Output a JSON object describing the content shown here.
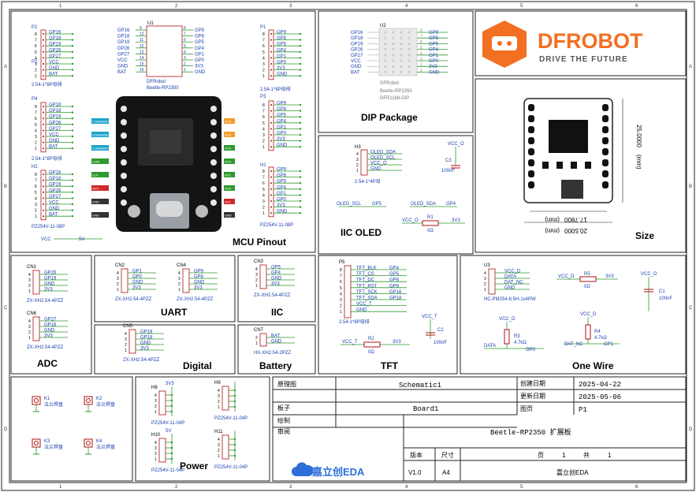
{
  "ruler": {
    "cols": [
      "1",
      "2",
      "3",
      "4",
      "5",
      "6"
    ],
    "rows": [
      "A",
      "B",
      "C",
      "D"
    ]
  },
  "blocks": {
    "mcu_pinout": "MCU Pinout",
    "dip": "DIP Package",
    "iic_oled": "IIC OLED",
    "size": "Size",
    "adc": "ADC",
    "uart": "UART",
    "iic": "IIC",
    "digital": "Digital",
    "battery": "Battery",
    "tft": "TFT",
    "one_wire": "One Wire",
    "power": "Power"
  },
  "mcu": {
    "u1": "U1",
    "u1_name": "DFRobot",
    "u1_part": "Beetle-RP2350",
    "u1_left": [
      "GP16",
      "GP18",
      "GP19",
      "GP26",
      "GP27",
      "VCC",
      "GND",
      "BAT"
    ],
    "u1_left_num": [
      "9",
      "10",
      "11",
      "12",
      "13",
      "14",
      "15",
      "16"
    ],
    "u1_right": [
      "GP9",
      "GP8",
      "GP5",
      "GP4",
      "GP1",
      "GP0",
      "3V3",
      "GND"
    ],
    "u1_right_num": [
      "8",
      "7",
      "6",
      "5",
      "4",
      "3",
      "2",
      "1"
    ],
    "p2": "P2",
    "p2_part": "2.54-1*8P母排",
    "p2_pins": [
      "GP16",
      "GP18",
      "GP19",
      "GP26",
      "GP27",
      "VCC",
      "GND",
      "BAT"
    ],
    "p4": "P4",
    "p4_part": "2.54-1*8P母排",
    "h2": "H2",
    "h2_part": "PZ254V-11-08P",
    "p1": "P1",
    "p1_part": "2.54-1*8P母排",
    "p1_pins": [
      "GP9",
      "GP8",
      "GP5",
      "GP4",
      "GP1",
      "GP0",
      "3V3",
      "GND"
    ],
    "p3": "P3",
    "h1": "H1",
    "h1_part": "PZ254V-11-08P",
    "nums": [
      "8",
      "7",
      "6",
      "5",
      "4",
      "3",
      "2",
      "1"
    ],
    "vcc": "VCC",
    "v5": "5V",
    "board_left_tags": [
      "COM/BattA",
      "COM/BattB",
      "COM/BattC",
      "COM",
      "CLK",
      "GP3",
      "GND",
      "GND"
    ],
    "board_right_tags": [
      "GP9",
      "GP8",
      "GP5",
      "GP4",
      "GP1",
      "GP0",
      "3V3",
      "GND"
    ]
  },
  "dip": {
    "u2": "U2",
    "part": "DFRobot",
    "name": "Beetle-RP2350",
    "code": "DFR1188-DIP"
  },
  "logo": {
    "brand": "DFROBOT",
    "slogan": "DRIVE THE FUTURE"
  },
  "size": {
    "h": "25.0000",
    "unit": "(mm)",
    "w1": "17.7800",
    "w2": "20.5000"
  },
  "oled": {
    "h3": "H3",
    "part": "2.54-1*4P母",
    "pins": [
      "OLED_SDA",
      "OLED_SCL",
      "VCC_O",
      "GND"
    ],
    "c3": "C3",
    "c3v": "100nF",
    "vcco": "VCC_O",
    "n1": "OLED_SCL",
    "g5": "GP5",
    "n2": "OLED_SDA",
    "g4": "GP4",
    "r1": "R1",
    "r1v": "0Ω",
    "vcc_o": "VCC_O",
    "v33": "3V3"
  },
  "adc": {
    "cn1": "CN1",
    "cn1_pins": [
      "GP26",
      "GP19",
      "GND",
      "3V3"
    ],
    "cn6": "CN6",
    "cn6_pins": [
      "GP27",
      "GP16",
      "GND",
      "3V3"
    ],
    "part": "ZX-XH2.54-4PZZ"
  },
  "uart": {
    "cn2": "CN2",
    "cn2_pins": [
      "GP1",
      "GP0",
      "GND",
      "3V3"
    ],
    "cn4": "CN4",
    "cn4_pins": [
      "GP9",
      "GP8",
      "GND",
      "3V3"
    ],
    "part": "ZX-XH2.54-4PZZ"
  },
  "iic": {
    "cn3": "CN3",
    "pins": [
      "GP5",
      "GP4",
      "GND",
      "3V3"
    ],
    "part": "ZX-XH2.54-4PZZ"
  },
  "digital": {
    "cn5": "CN5",
    "pins": [
      "GP19",
      "GP18",
      "GND",
      "3V3"
    ],
    "part": "ZX-XH2.54-4PZZ"
  },
  "battery": {
    "cn7": "CN7",
    "pins": [
      "BAT",
      "GND"
    ],
    "part": "HX-XH2.54-2PZZ"
  },
  "tft": {
    "p5": "P5",
    "part": "2.54-1*8P母排",
    "pins_l": [
      "TFT_BLK",
      "TFT_CS",
      "TFT_DC",
      "TFT_RST",
      "TFT_SCK",
      "TFT_SDA",
      "VCC_T",
      "GND"
    ],
    "pins_r": [
      "GP4",
      "GP5",
      "GP8",
      "GP9",
      "GP16",
      "GP18",
      "",
      ""
    ],
    "vcct": "VCC_T",
    "c2": "C2",
    "c2v": "100nF",
    "vcc_t": "VCC_T",
    "r2": "R2",
    "r2v": "0Ω",
    "v33": "3V3"
  },
  "onewire": {
    "u3": "U3",
    "part": "HC-PM254-8.5H-1x4PW",
    "pins": [
      "VCC_D",
      "DATA",
      "DAT_NC",
      "GND"
    ],
    "vccd": "VCC_D",
    "r5": "R5",
    "r5v": "0Ω",
    "v33": "3V3",
    "c1_vcc": "VCC_D",
    "c1": "C1",
    "c1v": "100nF",
    "r3_vcc": "VCC_D",
    "r3": "R3",
    "r3v": "4.7kΩ",
    "data": "DATA",
    "gp0": "GP0",
    "r4_vcc": "VCC_D",
    "r4": "R4",
    "r4v": "4.7kΩ",
    "datnc": "DAT_NC",
    "gp1": "GP1"
  },
  "mount": {
    "k1": "K1",
    "k2": "K2",
    "k3": "K3",
    "k4": "K4",
    "label": "法兰焊盘"
  },
  "power": {
    "h8": "H8",
    "h8v": "3V3",
    "h9": "H9",
    "h10": "H10",
    "h10v": "5V",
    "h11": "H11",
    "part": "PZ254V-11-04P",
    "nums": [
      "4",
      "3",
      "2",
      "1"
    ]
  },
  "title": {
    "r1c1": "原理图",
    "r1c2": "Schematic1",
    "r2c1": "板子",
    "r2c2": "Board1",
    "r3c1": "绘制",
    "r4c1": "审阅",
    "created_l": "创建日期",
    "created_v": "2025-04-22",
    "updated_l": "更新日期",
    "updated_v": "2025-05-06",
    "page_l": "图页",
    "page_v": "P1",
    "project": "Beetle-RP2350 扩展板",
    "ver_l": "版本",
    "size_l": "尺寸",
    "pg_l": "页",
    "pg_v": "1",
    "of_l": "共",
    "of_v": "1",
    "ver_v": "V1.0",
    "size_v": "A4",
    "tool": "嘉立创EDA",
    "eda_logo": "嘉立创EDA"
  }
}
